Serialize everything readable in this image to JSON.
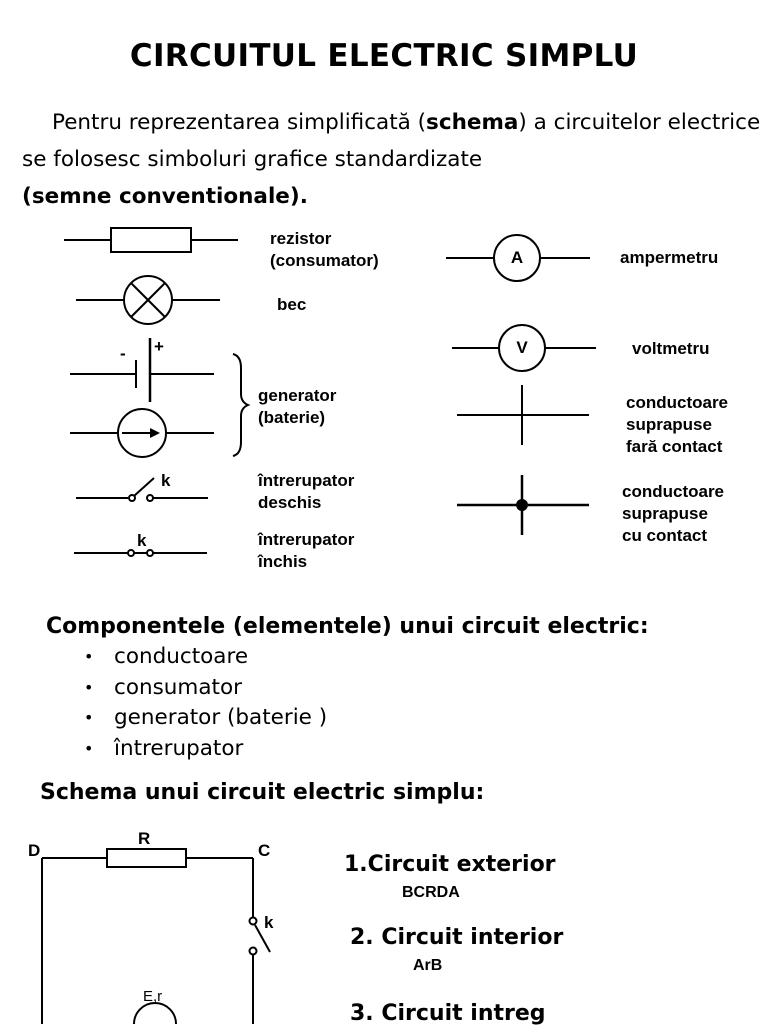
{
  "title": "CIRCUITUL ELECTRIC SIMPLU",
  "intro": {
    "part1": "Pentru reprezentarea simplificată (",
    "bold1": "schema",
    "part2": ") a circuitelor electrice se folosesc simboluri grafice standardizate",
    "bold2": "(semne conventionale)."
  },
  "symbols": {
    "rezistor_line1": "rezistor",
    "rezistor_line2": "(consumator)",
    "bec": "bec",
    "generator_line1": "generator",
    "generator_line2": "(baterie)",
    "plus": "+",
    "minus": "-",
    "intrerupator_deschis_line1": "întrerupator",
    "intrerupator_deschis_line2": "deschis",
    "intrerupator_inchis_line1": "întrerupator",
    "intrerupator_inchis_line2": "închis",
    "k": "k",
    "ampermetru": "ampermetru",
    "ampermetru_letter": "A",
    "voltmetru": "voltmetru",
    "voltmetru_letter": "V",
    "fara_contact_line1": "conductoare",
    "fara_contact_line2": "suprapuse",
    "fara_contact_line3": "fară contact",
    "cu_contact_line1": "conductoare",
    "cu_contact_line2": "suprapuse",
    "cu_contact_line3": "cu contact"
  },
  "components": {
    "heading": "Componentele (elementele) unui circuit electric:",
    "items": [
      "conductoare",
      "consumator",
      "generator (baterie )",
      "întrerupator"
    ],
    "bullet": "•"
  },
  "schema": {
    "heading": "Schema unui circuit electric simplu:",
    "D": "D",
    "R": "R",
    "C": "C",
    "k": "k",
    "Er": "E,r",
    "items": [
      {
        "number": "1.",
        "label": "Circuit exterior",
        "sub": "BCRDA"
      },
      {
        "number": "2.",
        "label": "Circuit interior",
        "sub": "ArB"
      },
      {
        "number": "3.",
        "label": "Circuit intreg",
        "sub": ""
      }
    ]
  }
}
